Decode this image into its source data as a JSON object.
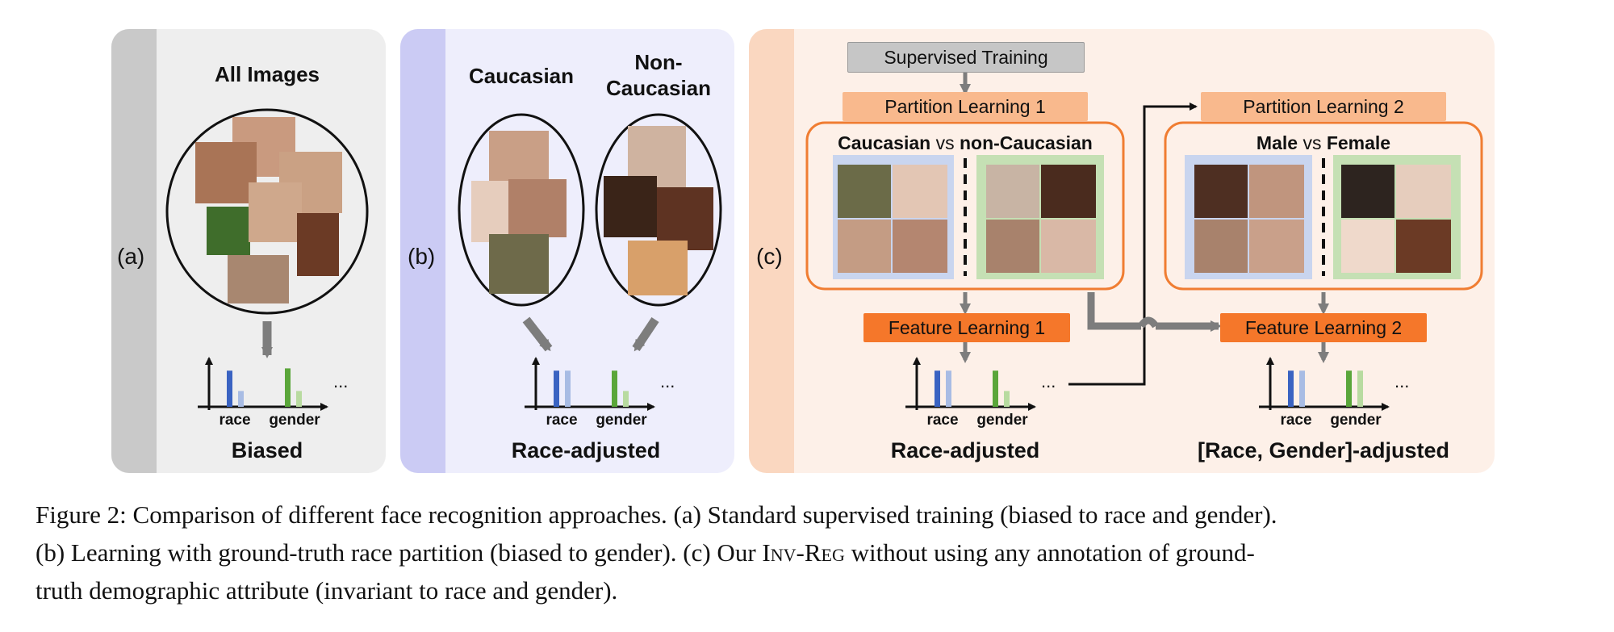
{
  "panel_a": {
    "label": "(a)",
    "title": "All Images",
    "tick_labels": [
      "race",
      "gender"
    ],
    "ellipsis": "...",
    "caption": "Biased",
    "chart": {
      "race": [
        0.8,
        0.35
      ],
      "gender": [
        0.85,
        0.35
      ]
    }
  },
  "panel_b": {
    "label": "(b)",
    "group1_title": "Caucasian",
    "group2_title_line1": "Non-",
    "group2_title_line2": "Caucasian",
    "tick_labels": [
      "race",
      "gender"
    ],
    "ellipsis": "...",
    "caption": "Race-adjusted",
    "chart": {
      "race": [
        0.8,
        0.8
      ],
      "gender": [
        0.8,
        0.35
      ]
    }
  },
  "panel_c": {
    "label": "(c)",
    "supervised": "Supervised Training",
    "partition1": "Partition Learning 1",
    "partition2": "Partition Learning 2",
    "split1": {
      "left": "Caucasian",
      "vs": "vs",
      "right": "non-Caucasian"
    },
    "split2": {
      "left": "Male",
      "vs": "vs",
      "right": "Female"
    },
    "feature1": "Feature Learning 1",
    "feature2": "Feature Learning 2",
    "tick_labels": [
      "race",
      "gender"
    ],
    "ellipsis": "...",
    "caption1": "Race-adjusted",
    "caption2": "[Race, Gender]-adjusted",
    "chart1": {
      "race": [
        0.8,
        0.8
      ],
      "gender": [
        0.8,
        0.35
      ]
    },
    "chart2": {
      "race": [
        0.8,
        0.8
      ],
      "gender": [
        0.8,
        0.8
      ]
    }
  },
  "caption": {
    "line1": "Figure 2: Comparison of different face recognition approaches. (a) Standard supervised training (biased to race and gender).",
    "line2_a": "(b) Learning with ground-truth race partition (biased to gender). (c) Our ",
    "line2_b": "Inv-Reg",
    "line2_c": " without using any annotation of ground-",
    "line3": "truth demographic attribute (invariant to race and gender)."
  },
  "colors": {
    "panel_a_bg": "#eeeeee",
    "panel_a_strip": "#c9c9c9",
    "panel_b_bg": "#eeeefc",
    "panel_b_strip": "#cbcbf4",
    "panel_c_bg": "#fdf0e8",
    "panel_c_strip": "#fad7c0",
    "race_bar": "#3a63c2",
    "race_bar_light": "#a8bce4",
    "gender_bar": "#5aa63a",
    "gender_bar_light": "#b8dba0",
    "orange": "#f07d32"
  }
}
